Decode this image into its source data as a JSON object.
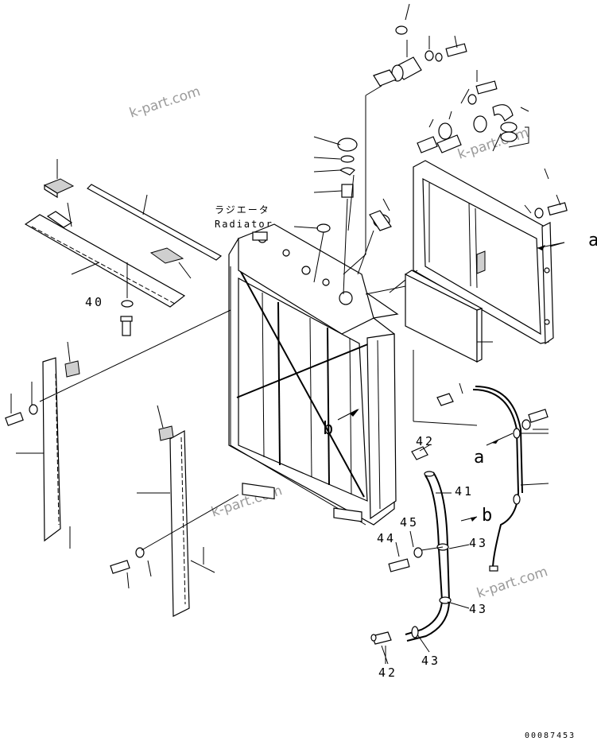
{
  "diagram": {
    "title_jp": "ラジエータ",
    "title_en": "Radiator",
    "watermark": "k-part.com",
    "drawing_number": "00087453",
    "part_labels": {
      "p40": "40",
      "p41": "41",
      "p42a": "42",
      "p42b": "42",
      "p43a": "43",
      "p43b": "43",
      "p43c": "43",
      "p44": "44",
      "p45": "45"
    },
    "ref_letters": {
      "a1": "a",
      "a2": "a",
      "b1": "b",
      "b2": "b"
    }
  }
}
